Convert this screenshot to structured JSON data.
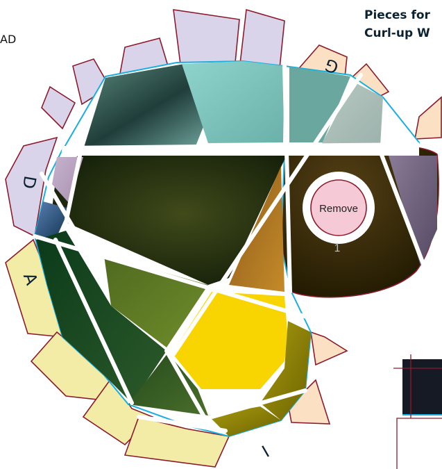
{
  "heading": {
    "line1": "Pieces for",
    "line2": "Curl-up W"
  },
  "edge_text": "AD",
  "tabs": {
    "G": "G",
    "D": "D",
    "A": "A",
    "I": "I"
  },
  "piece": {
    "remove_label": "Remove",
    "number": "1"
  },
  "colors": {
    "tab_lavender": "#d9d4ea",
    "tab_peach": "#fbe0c4",
    "tab_yellow": "#f2eca6",
    "outline_red": "#8b1b2c",
    "outline_blue": "#19aee0",
    "accent_yellow": "#f8d500",
    "button_pink": "#f6c9d6"
  }
}
